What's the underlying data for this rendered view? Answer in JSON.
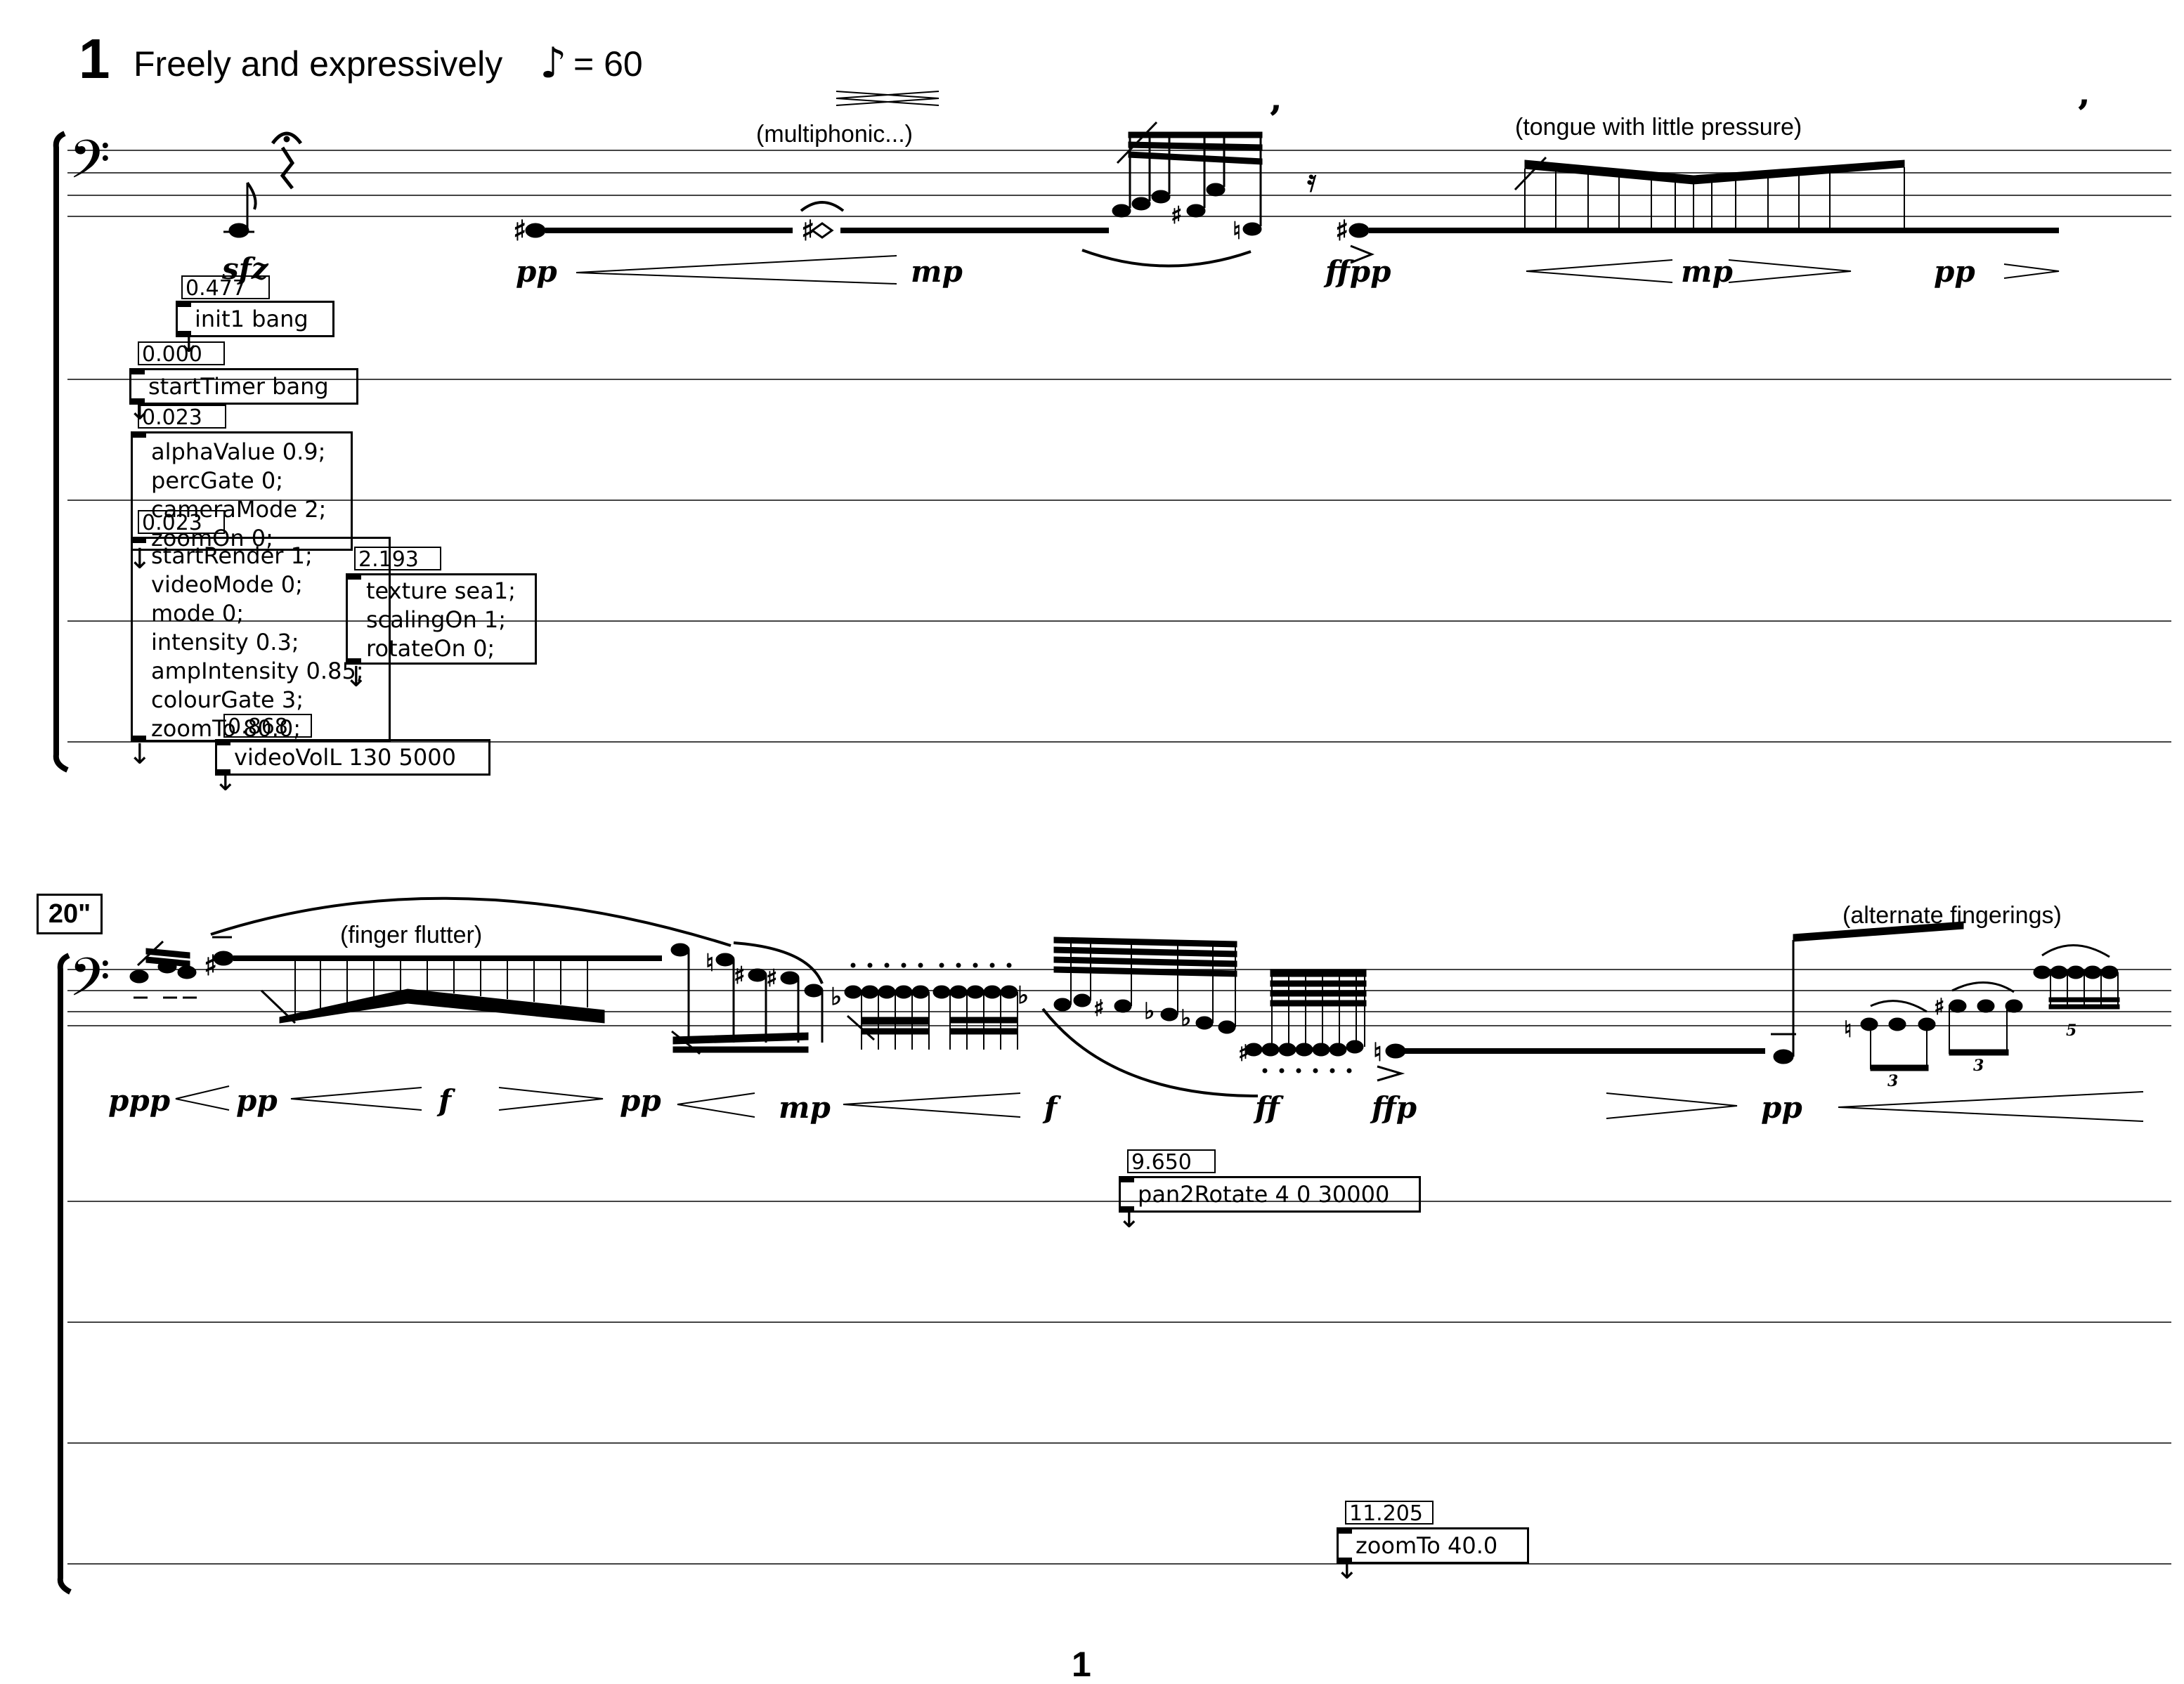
{
  "header": {
    "rehearsal_number": "1",
    "tempo_text": "Freely and expressively",
    "tempo_note_glyph": "♪",
    "tempo_value": "= 60"
  },
  "system1": {
    "annotations": {
      "multiphonic": "(multiphonic...)",
      "tongue": "(tongue with little pressure)"
    },
    "dynamics": [
      "sfz",
      "pp",
      "mp",
      "ffpp",
      "mp",
      "pp"
    ]
  },
  "system2": {
    "time_marker": "20\"",
    "annotations": {
      "finger_flutter": "(finger flutter)",
      "alternate": "(alternate fingerings)"
    },
    "dynamics": [
      "ppp",
      "pp",
      "f",
      "pp",
      "mp",
      "f",
      "ff",
      "ffp",
      "pp"
    ],
    "tuplets": [
      "3",
      "3",
      "5"
    ]
  },
  "cues": {
    "init1": {
      "time": "0.477",
      "message": "init1 bang"
    },
    "startTimer": {
      "time": "0.000",
      "message": "startTimer bang"
    },
    "setup": {
      "time": "0.023",
      "lines": [
        "alphaValue 0.9;",
        "percGate 0;",
        "cameraMode 2;",
        "zoomOn 0;",
        "startRender 1;",
        "videoMode 0;",
        "mode 0;",
        "intensity 0.3;",
        "ampIntensity 0.85;",
        "colourGate 3;",
        "zoomTo 80.0;"
      ]
    },
    "setup2_time": "0.023",
    "texture": {
      "time": "2.193",
      "lines": [
        "texture sea1;",
        "scalingOn 1;",
        "rotateOn 0;"
      ]
    },
    "videoVol": {
      "time": "0.868",
      "message": "videoVolL 130 5000"
    },
    "pan": {
      "time": "9.650",
      "message": "pan2Rotate 4 0 30000"
    },
    "zoom": {
      "time": "11.205",
      "message": "zoomTo 40.0"
    }
  },
  "page_number": "1",
  "colors": {
    "ink": "#000000",
    "staff_line": "#444444",
    "background": "#ffffff"
  }
}
